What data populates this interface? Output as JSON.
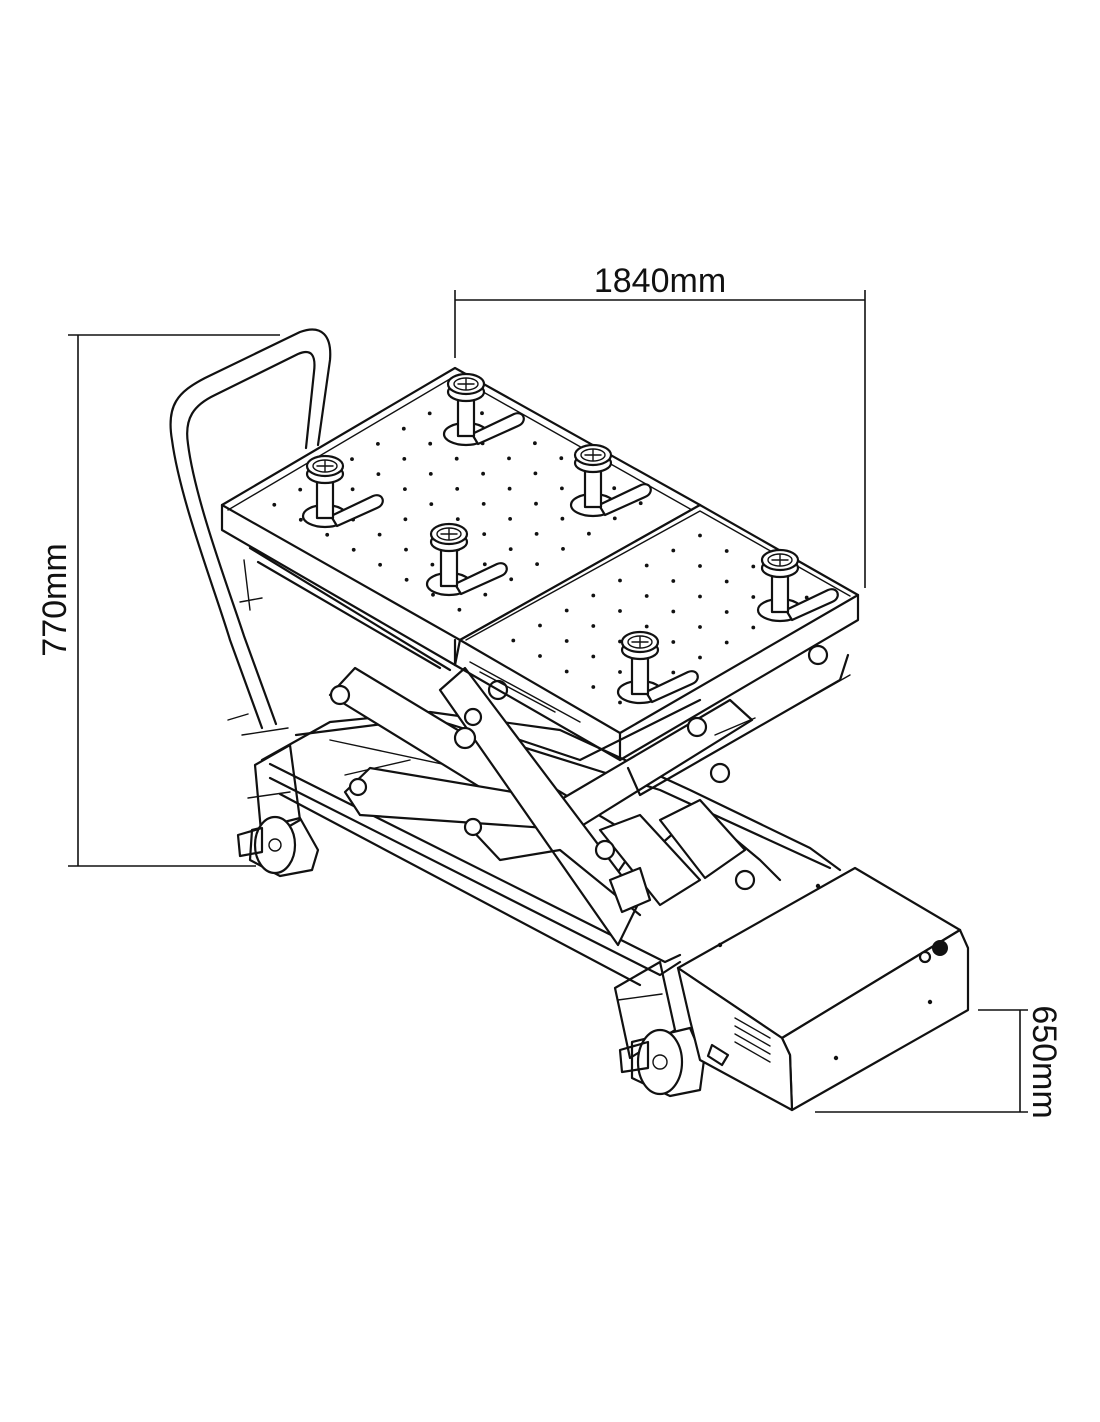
{
  "dimensions": {
    "length": "1840mm",
    "max_height": "770mm",
    "min_height": "650mm"
  }
}
